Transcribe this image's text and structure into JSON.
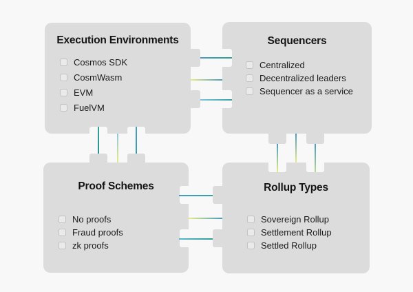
{
  "palette": {
    "background": "#f8f8f8",
    "box_fill": "#dcdcdc",
    "line_blue": "#4a9bc0",
    "line_teal": "#35a099",
    "line_yellow": "#e9ec83",
    "line_lightblue": "#7cc4dc"
  },
  "boxes": [
    {
      "title": "Execution Environments",
      "items": [
        "Cosmos SDK",
        "CosmWasm",
        "EVM",
        "FuelVM"
      ]
    },
    {
      "title": "Sequencers",
      "items": [
        "Centralized",
        "Decentralized leaders",
        "Sequencer as a service"
      ]
    },
    {
      "title": "Proof Schemes",
      "items": [
        "No proofs",
        "Fraud proofs",
        "zk proofs"
      ]
    },
    {
      "title": "Rollup Types",
      "items": [
        "Sovereign Rollup",
        "Settlement Rollup",
        "Settled Rollup"
      ]
    }
  ]
}
